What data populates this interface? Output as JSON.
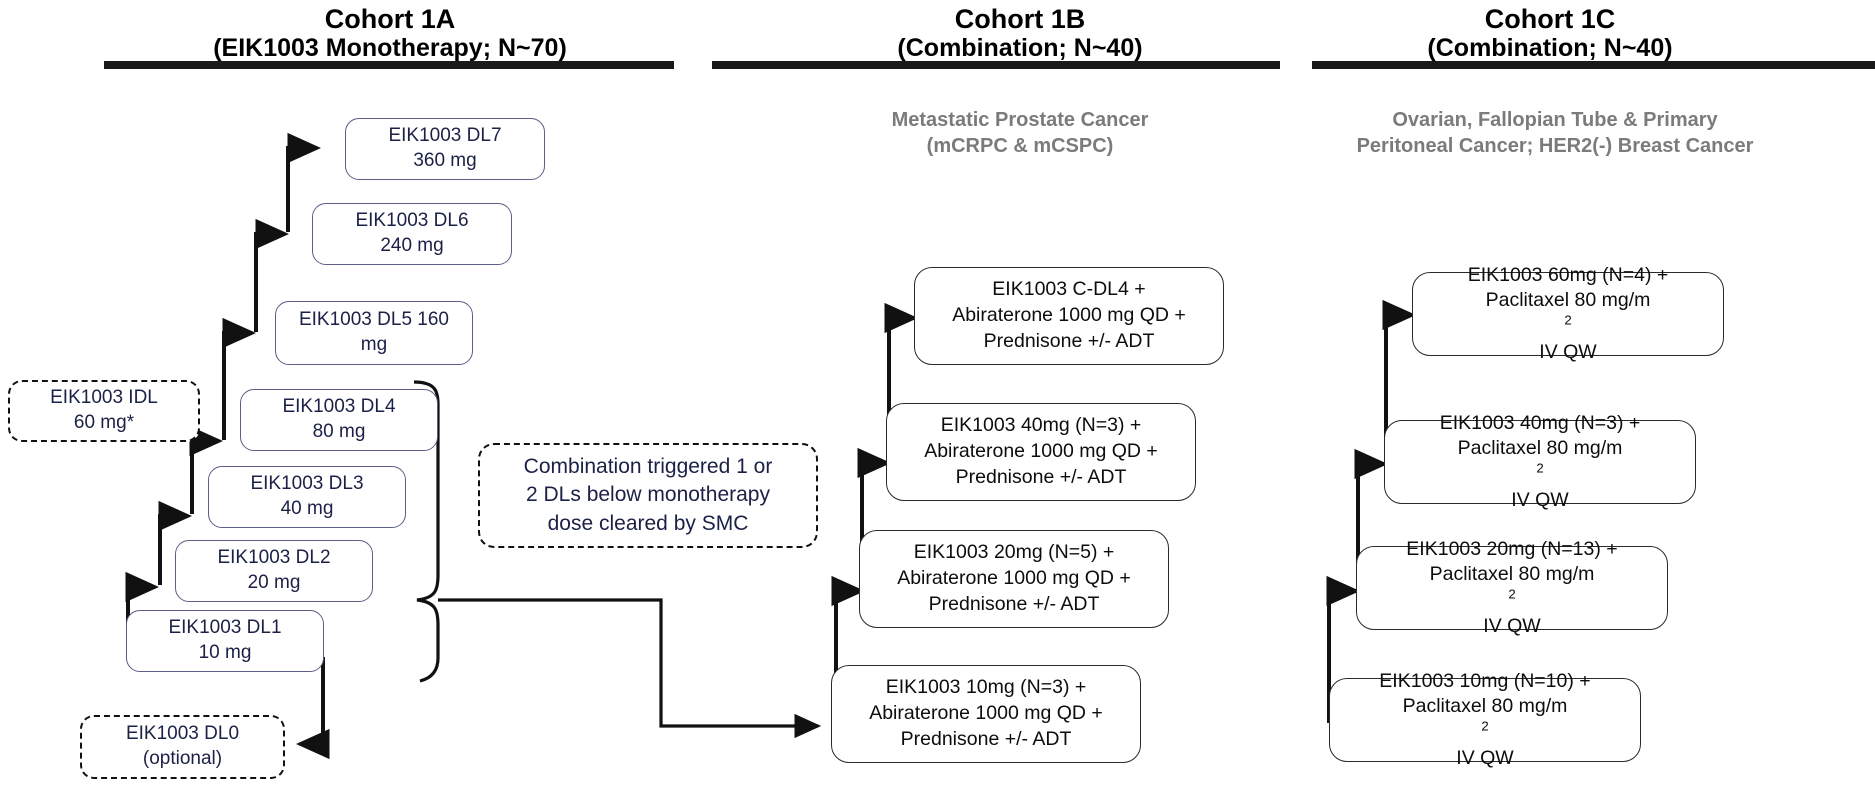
{
  "columns": [
    {
      "id": "cohort-1a",
      "title": "Cohort 1A",
      "subtitle": "(EIK1003 Monotherapy; N~70)",
      "description": ""
    },
    {
      "id": "cohort-1b",
      "title": "Cohort 1B",
      "subtitle": "(Combination; N~40)",
      "description_line1": "Metastatic Prostate Cancer",
      "description_line2": "(mCRPC & mCSPC)"
    },
    {
      "id": "cohort-1c",
      "title": "Cohort 1C",
      "subtitle": "(Combination; N~40)",
      "description_line1": "Ovarian, Fallopian Tube & Primary",
      "description_line2": "Peritoneal Cancer; HER2(-) Breast Cancer"
    }
  ],
  "monotherapy": {
    "dl7": {
      "line1": "EIK1003 DL7",
      "line2": "360 mg"
    },
    "dl6": {
      "line1": "EIK1003 DL6",
      "line2": "240 mg"
    },
    "dl5": {
      "line1": "EIK1003 DL5 160",
      "line2": "mg"
    },
    "dl4": {
      "line1": "EIK1003 DL4",
      "line2": "80 mg"
    },
    "dl3": {
      "line1": "EIK1003 DL3",
      "line2": "40 mg"
    },
    "dl2": {
      "line1": "EIK1003 DL2",
      "line2": "20 mg"
    },
    "dl1": {
      "line1": "EIK1003 DL1",
      "line2": "10 mg"
    },
    "dl0": {
      "line1": "EIK1003 DL0",
      "line2": "(optional)"
    },
    "idl": {
      "line1": "EIK1003 IDL",
      "line2": "60 mg*"
    }
  },
  "note": {
    "line1": "Combination triggered 1 or",
    "line2": "2 DLs below monotherapy",
    "line3": "dose cleared by SMC"
  },
  "cohort_1b_levels": [
    {
      "line1": "EIK1003 C-DL4  +",
      "line2": "Abiraterone 1000 mg QD +",
      "line3": "Prednisone +/- ADT"
    },
    {
      "line1": "EIK1003 40mg (N=3)  +",
      "line2": "Abiraterone 1000 mg QD +",
      "line3": "Prednisone +/- ADT"
    },
    {
      "line1": "EIK1003 20mg (N=5)  +",
      "line2": "Abiraterone 1000 mg QD +",
      "line3": "Prednisone +/- ADT"
    },
    {
      "line1": "EIK1003 10mg (N=3)  +",
      "line2": "Abiraterone 1000 mg QD +",
      "line3": "Prednisone +/- ADT"
    }
  ],
  "cohort_1c_levels": [
    {
      "line1": "EIK1003 60mg (N=4)  +",
      "line2_a": "Paclitaxel 80 mg/m",
      "line2_sup": "2",
      "line2_b": " IV QW"
    },
    {
      "line1": "EIK1003 40mg (N=3)  +",
      "line2_a": "Paclitaxel 80 mg/m",
      "line2_sup": "2",
      "line2_b": " IV QW"
    },
    {
      "line1": "EIK1003 20mg (N=13)  +",
      "line2_a": "Paclitaxel 80 mg/m",
      "line2_sup": "2",
      "line2_b": " IV QW"
    },
    {
      "line1": "EIK1003 10mg (N=10)  +",
      "line2_a": "Paclitaxel 80 mg/m",
      "line2_sup": "2",
      "line2_b": " IV QW"
    }
  ],
  "colors": {
    "rule": "#1a1a1a",
    "mono_border": "#5b5f86",
    "mono_text": "#1b2146",
    "combo_border": "#2a2a2a",
    "description_text": "#7b7b7b",
    "connector": "#111111"
  }
}
